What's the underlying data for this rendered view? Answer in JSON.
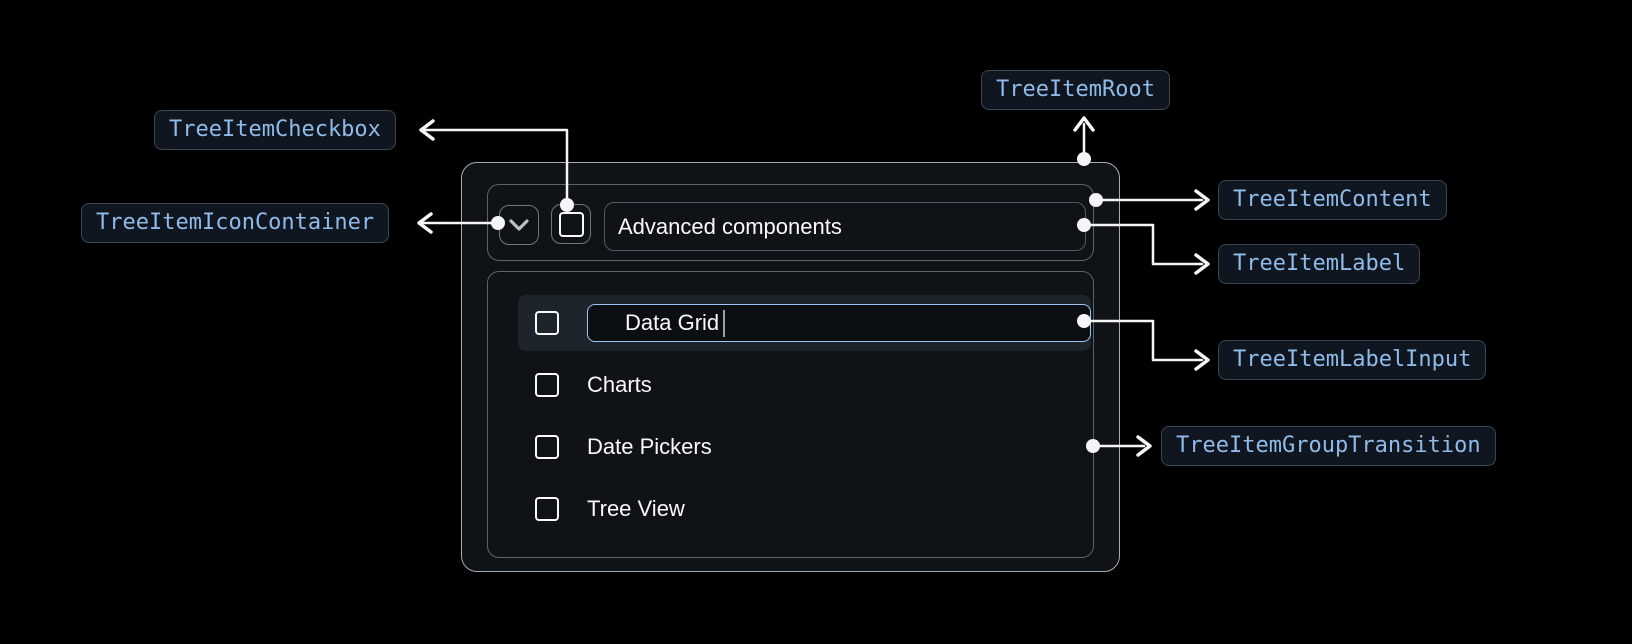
{
  "tree": {
    "parent_label": "Advanced components",
    "items": [
      {
        "label": "Data Grid",
        "checked": false,
        "editing": true
      },
      {
        "label": "Charts",
        "checked": false,
        "editing": false
      },
      {
        "label": "Date Pickers",
        "checked": false,
        "editing": false
      },
      {
        "label": "Tree View",
        "checked": false,
        "editing": false
      }
    ]
  },
  "annotations": {
    "root": "TreeItemRoot",
    "checkbox": "TreeItemCheckbox",
    "icon_container": "TreeItemIconContainer",
    "content": "TreeItemContent",
    "label": "TreeItemLabel",
    "label_input": "TreeItemLabelInput",
    "group_transition": "TreeItemGroupTransition"
  },
  "icons": {
    "expand": "chevron-down-icon",
    "item_checkbox": "checkbox-square-icon"
  },
  "colors": {
    "background": "#000000",
    "badge_text": "#8fbbea",
    "badge_border": "#3b4655",
    "badge_bg": "#10161f",
    "root_border": "#a6adb5",
    "inner_border": "#5b636b",
    "text": "#f7f9fa",
    "row_highlight_bg": "#1e242c",
    "input_focus_border": "#9dc7f3",
    "arrow": "#f3f5f7"
  }
}
